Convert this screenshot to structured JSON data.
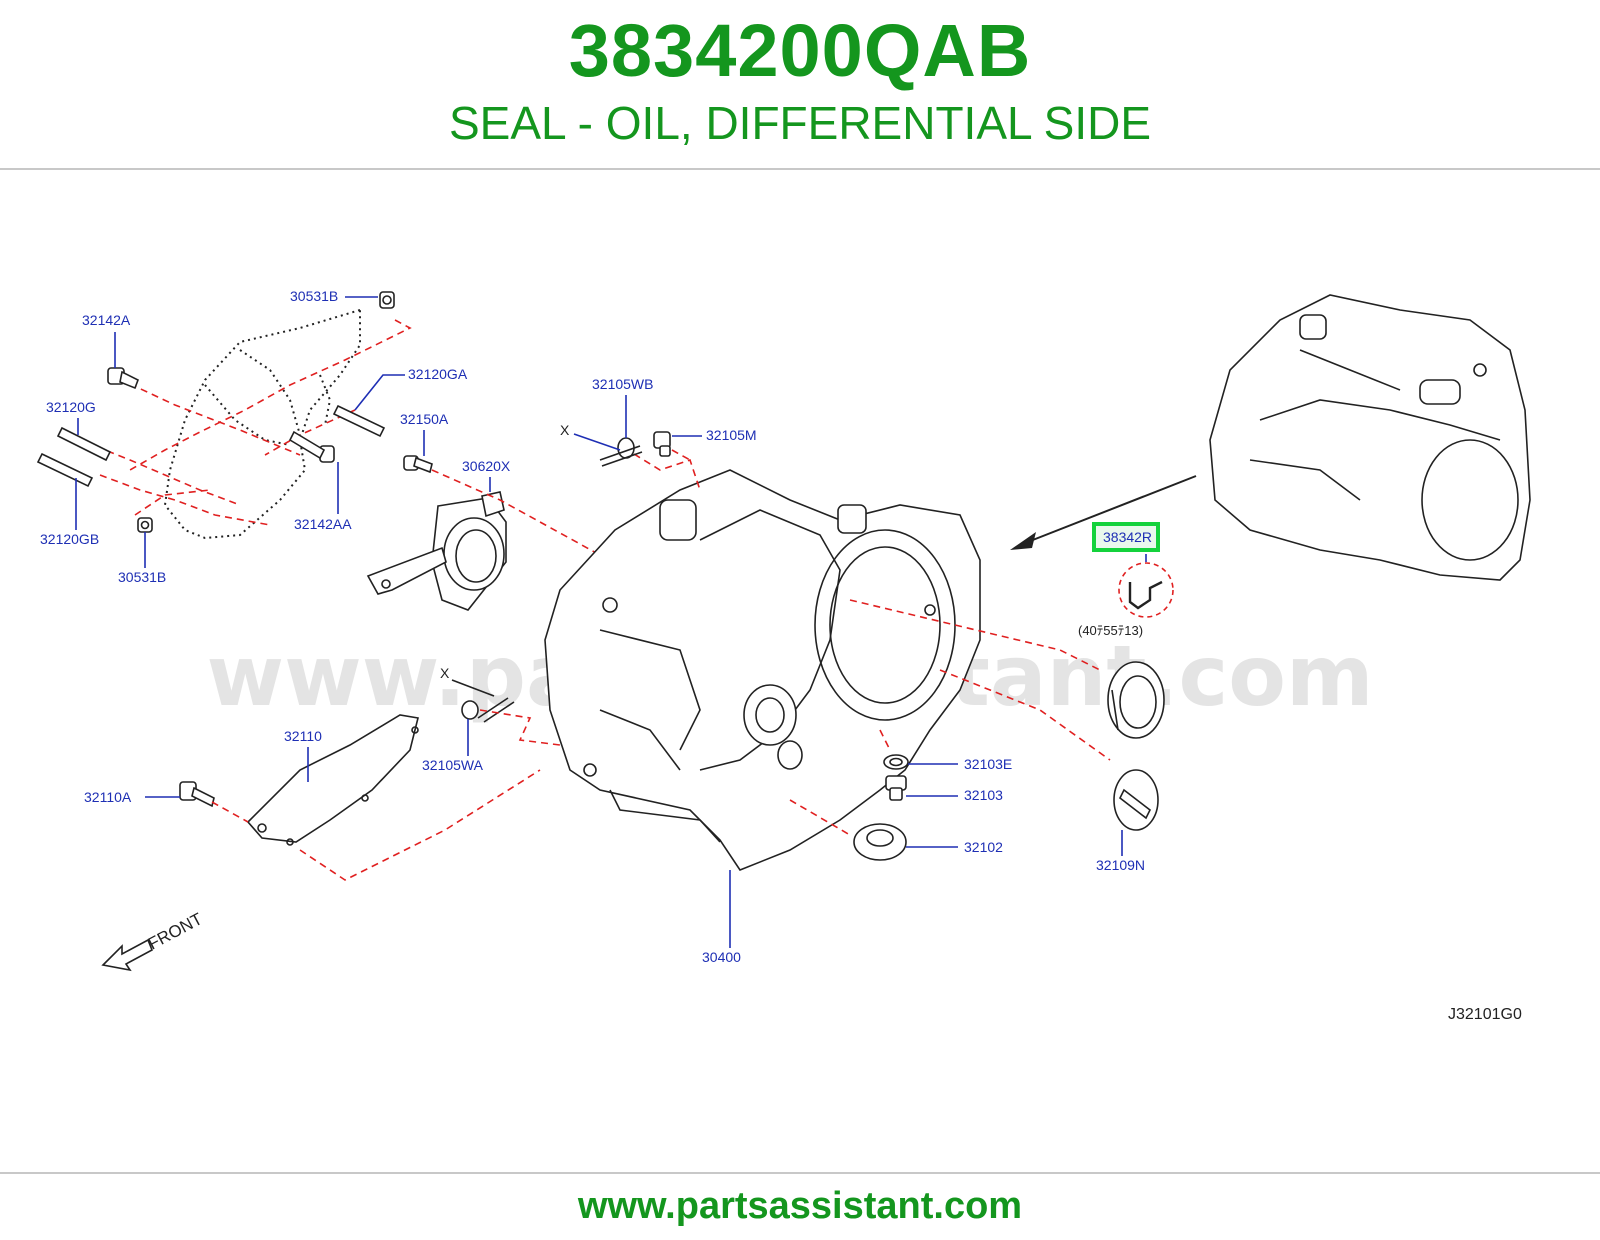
{
  "header": {
    "part_number": "3834200QAB",
    "description": "SEAL - OIL, DIFFERENTIAL SIDE"
  },
  "footer": {
    "url": "www.partsassistant.com"
  },
  "diagram": {
    "watermark": "www.partsassistant.com",
    "code": "J32101G0",
    "front_label": "FRONT",
    "x_marker": "X",
    "highlight_color": "#14d23c",
    "label_color": "#1e2fb4",
    "brand_color": "#14961e",
    "highlighted_part": {
      "ref": "38342R",
      "size": "(40ﾃ55ﾃ13)"
    },
    "parts": {
      "p30531B_top": "30531B",
      "p32142A": "32142A",
      "p32120GA": "32120GA",
      "p32120G": "32120G",
      "p32150A": "32150A",
      "p30620X": "30620X",
      "p32120GB": "32120GB",
      "p32142AA": "32142AA",
      "p30531B_bottom": "30531B",
      "p32105WB": "32105WB",
      "p32105M": "32105M",
      "p32110": "32110",
      "p32105WA": "32105WA",
      "p32110A": "32110A",
      "p32103E": "32103E",
      "p32103": "32103",
      "p32102": "32102",
      "p32109N": "32109N",
      "p30400": "30400"
    }
  }
}
